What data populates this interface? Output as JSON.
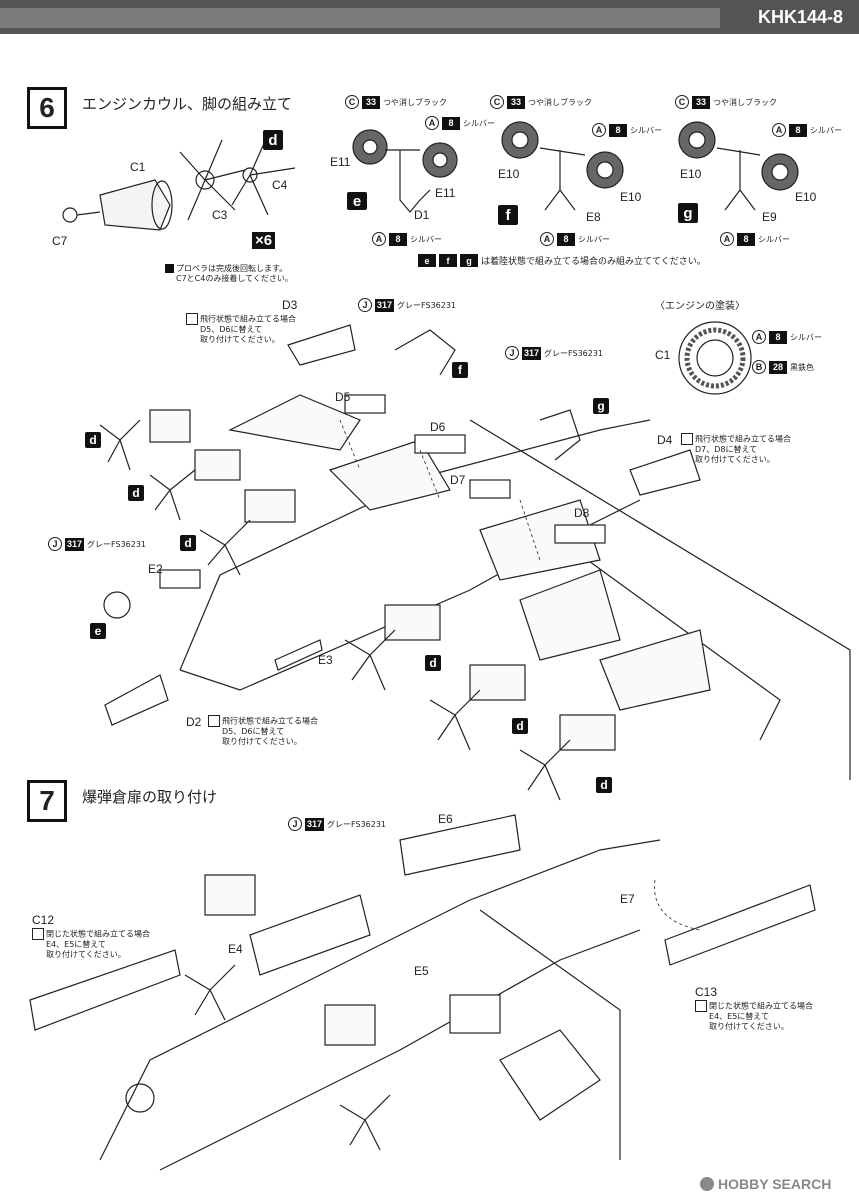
{
  "header": {
    "code": "KHK144-8"
  },
  "step6": {
    "number": "6",
    "title": "エンジンカウル、脚の組み立て",
    "engine": {
      "badge": "d",
      "parts": [
        "C1",
        "C3",
        "C4",
        "C7"
      ],
      "count": "×6",
      "note1": "プロペラは完成後回転します。",
      "note2": "C7とC4のみ接着してください。"
    },
    "gear_e": {
      "badge": "e",
      "paint_top": {
        "code": "C",
        "num": "33",
        "name": "つや消しブラック"
      },
      "paint_bottom": {
        "code": "A",
        "num": "8",
        "name": "シルバー"
      },
      "paint_mid": {
        "code": "A",
        "num": "8",
        "name": "シルバー"
      },
      "parts": [
        "E11",
        "E11",
        "D1"
      ]
    },
    "gear_f": {
      "badge": "f",
      "paint_top": {
        "code": "C",
        "num": "33",
        "name": "つや消しブラック"
      },
      "paint_mid": {
        "code": "A",
        "num": "8",
        "name": "シルバー"
      },
      "paint_bottom": {
        "code": "A",
        "num": "8",
        "name": "シルバー"
      },
      "parts": [
        "E10",
        "E10",
        "E8"
      ]
    },
    "gear_g": {
      "badge": "g",
      "paint_top": {
        "code": "C",
        "num": "33",
        "name": "つや消しブラック"
      },
      "paint_mid": {
        "code": "A",
        "num": "8",
        "name": "シルバー"
      },
      "paint_bottom": {
        "code": "A",
        "num": "8",
        "name": "シルバー"
      },
      "parts": [
        "E10",
        "E10",
        "E9"
      ]
    },
    "gear_note": "は着陸状態で組み立てる場合のみ組み立ててください。",
    "gear_note_badges": [
      "e",
      "f",
      "g"
    ],
    "engine_paint": {
      "title": "〈エンジンの塗装〉",
      "part": "C1",
      "paints": [
        {
          "code": "A",
          "num": "8",
          "name": "シルバー"
        },
        {
          "code": "B",
          "num": "28",
          "name": "黒鉄色"
        }
      ]
    },
    "d3_note": {
      "part": "D3",
      "lines": [
        "飛行状態で組み立てる場合",
        "D5、D6に替えて",
        "取り付けてください。"
      ]
    },
    "d4_note": {
      "part": "D4",
      "lines": [
        "飛行状態で組み立てる場合",
        "D7、D8に替えて",
        "取り付けてください。"
      ]
    },
    "d2_note": {
      "part": "D2",
      "lines": [
        "飛行状態で組み立てる場合",
        "D5、D6に替えて",
        "取り付けてください。"
      ]
    },
    "paint_j1": {
      "code": "J",
      "num": "317",
      "name": "グレーFS36231"
    },
    "paint_j2": {
      "code": "J",
      "num": "317",
      "name": "グレーFS36231"
    },
    "paint_j3": {
      "code": "J",
      "num": "317",
      "name": "グレーFS36231"
    },
    "labels": [
      "D5",
      "D6",
      "D7",
      "D8",
      "E2",
      "E3"
    ],
    "callouts": [
      "d",
      "d",
      "d",
      "d",
      "d",
      "d",
      "e",
      "f",
      "g"
    ]
  },
  "step7": {
    "number": "7",
    "title": "爆弾倉扉の取り付け",
    "paint_j": {
      "code": "J",
      "num": "317",
      "name": "グレーFS36231"
    },
    "labels": [
      "E6",
      "E7",
      "E4",
      "E5"
    ],
    "c12_note": {
      "part": "C12",
      "lines": [
        "閉じた状態で組み立てる場合",
        "E4、E5に替えて",
        "取り付けてください。"
      ]
    },
    "c13_note": {
      "part": "C13",
      "lines": [
        "閉じた状態で組み立てる場合",
        "E4、E5に替えて",
        "取り付けてください。"
      ]
    }
  },
  "footer": {
    "watermark": "HOBBY SEARCH"
  }
}
